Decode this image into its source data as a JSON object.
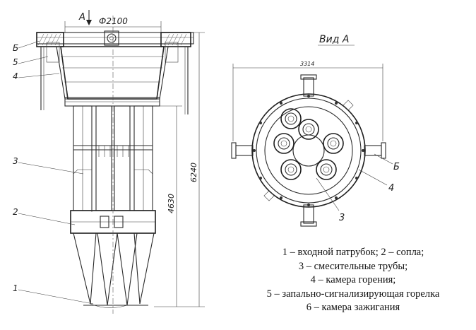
{
  "drawing": {
    "view_arrow_label": "A",
    "diameter_label": "Ф2100",
    "height_total": "6240",
    "height_lower": "4630",
    "view_title": "Вид А",
    "width_dimension": "3314",
    "callouts_left": [
      "Б",
      "5",
      "4",
      "3",
      "2",
      "1"
    ],
    "callouts_right": [
      "Б",
      "4",
      "3"
    ]
  },
  "legend": {
    "line1": "1 – входной патрубок;   2 – сопла;",
    "line2": "3 – смесительные трубы;",
    "line3": "4 – камера горения;",
    "line4": "5 – запально-сигнализирующая горелка",
    "line5": "6 – камера зажигания"
  }
}
